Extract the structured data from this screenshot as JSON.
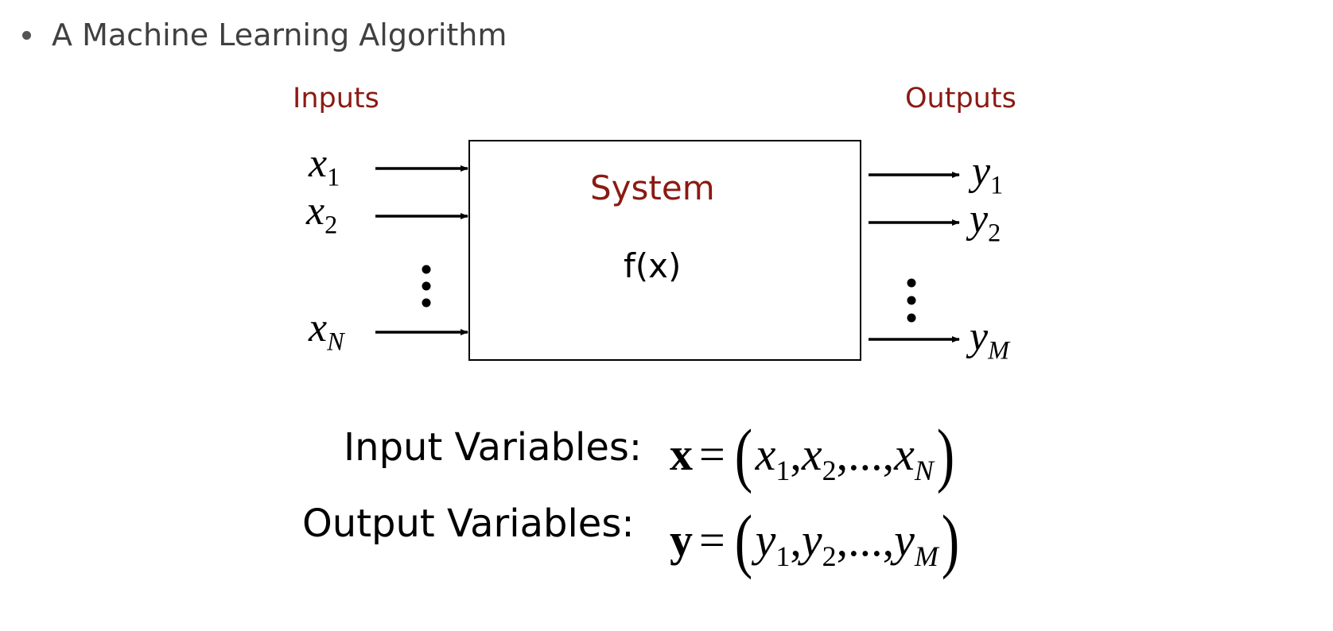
{
  "bullet": {
    "text": "A Machine Learning Algorithm"
  },
  "diagram": {
    "inputs_heading": "Inputs",
    "outputs_heading": "Outputs",
    "system_title": "System",
    "system_function": "f(x)",
    "inputs": [
      {
        "symbol": "x",
        "subscript": "1"
      },
      {
        "symbol": "x",
        "subscript": "2"
      },
      {
        "symbol": "x",
        "subscript": "N"
      }
    ],
    "outputs": [
      {
        "symbol": "y",
        "subscript": "1"
      },
      {
        "symbol": "y",
        "subscript": "2"
      },
      {
        "symbol": "y",
        "subscript": "M"
      }
    ],
    "ellipsis": "⋮"
  },
  "definitions": {
    "input_label": "Input Variables:",
    "output_label": "Output Variables:",
    "input_vector": "x",
    "output_vector": "y",
    "equals": "=",
    "open_paren": "(",
    "close_paren": ")",
    "comma": ",",
    "dots": "...",
    "sub1": "1",
    "sub2": "2",
    "subN": "N",
    "subM": "M"
  }
}
